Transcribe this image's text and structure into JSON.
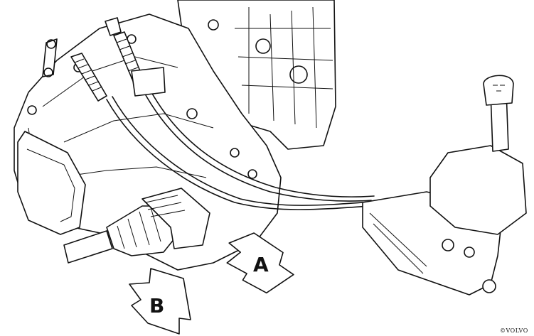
{
  "diagram": {
    "callouts": [
      {
        "id": "A",
        "label": "A"
      },
      {
        "id": "B",
        "label": "B"
      }
    ],
    "copyright": "©VOLVO"
  }
}
